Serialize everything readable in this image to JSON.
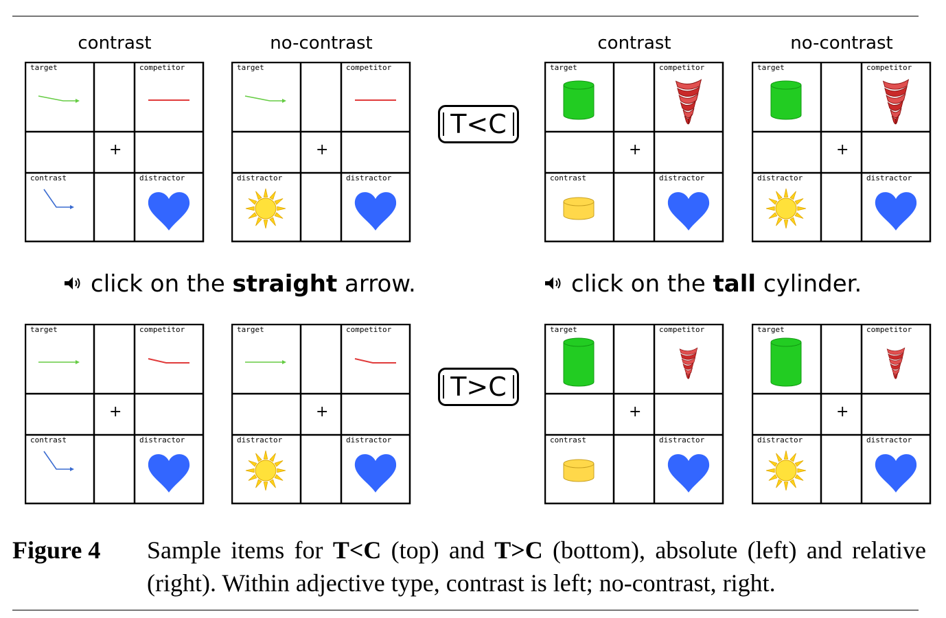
{
  "headers": {
    "contrast": "contrast",
    "no_contrast": "no-contrast"
  },
  "labels": {
    "target": "target",
    "competitor": "competitor",
    "contrast": "contrast",
    "distractor": "distractor"
  },
  "fixation": "+",
  "conditions": {
    "top": "T<C",
    "bottom": "T>C"
  },
  "instructions": {
    "left": {
      "pre": "click on the",
      "adj": "straight",
      "post": "arrow."
    },
    "right": {
      "pre": "click on the",
      "adj": "tall",
      "post": "cylinder."
    }
  },
  "caption": {
    "label": "Figure 4",
    "p1": "Sample items for",
    "b1": "T<C",
    "p2": "(top) and",
    "b2": "T>C",
    "p3": "(bottom), absolute (left) and relative (right). Within adjective type, contrast is left; no-contrast, right."
  },
  "icons": {
    "speaker": "speaker-icon",
    "line_green": "green-line-icon",
    "line_red": "red-line-icon",
    "line_blue": "blue-bent-arrow-icon",
    "heart": "blue-heart-icon",
    "sun": "yellow-sun-icon",
    "cylinder_green": "green-cylinder-icon",
    "cylinder_yellow": "yellow-cylinder-icon",
    "spiral": "red-spiral-icon"
  },
  "colors": {
    "green": "#22cc22",
    "red": "#e03a3a",
    "blue": "#3366ff",
    "yellow": "#ffd84a"
  }
}
